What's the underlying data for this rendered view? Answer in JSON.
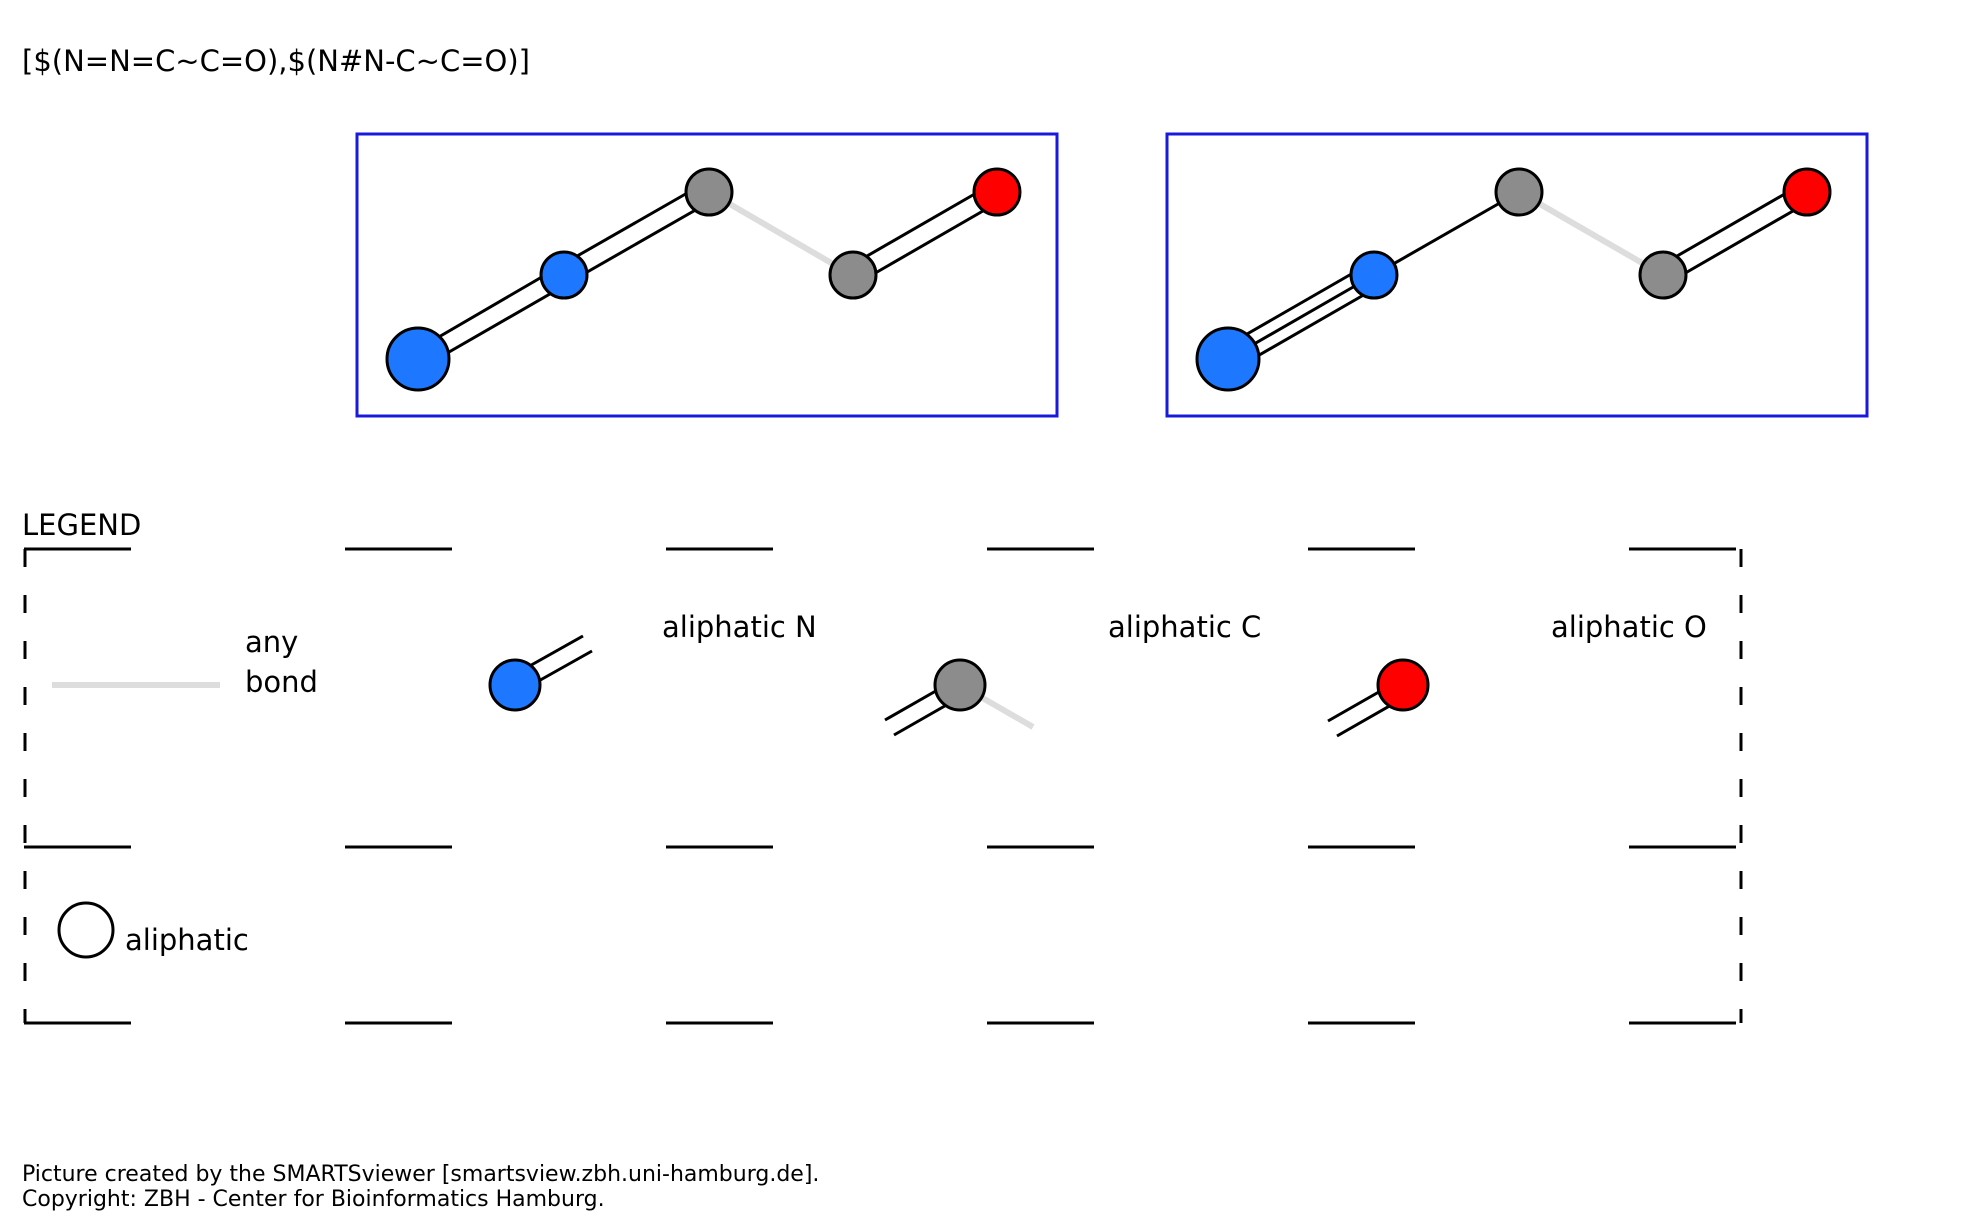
{
  "smarts": "[$(N=N=C~C=O),$(N#N-C~C=O)]",
  "legend": {
    "title": "LEGEND",
    "any_bond_line1": "any",
    "any_bond_line2": "bond",
    "aliphatic_n": "aliphatic N",
    "aliphatic_c": "aliphatic C",
    "aliphatic_o": "aliphatic O",
    "aliphatic": "aliphatic"
  },
  "footer": {
    "line1": "Picture created by the SMARTSviewer [smartsview.zbh.uni-hamburg.de].",
    "line2": "Copyright: ZBH - Center for Bioinformatics Hamburg."
  },
  "colors": {
    "nitrogen": "#1e78ff",
    "carbon": "#8c8c8c",
    "oxygen": "#ff0000",
    "box_border": "#1a1adc",
    "any_bond": "#dddddd"
  }
}
